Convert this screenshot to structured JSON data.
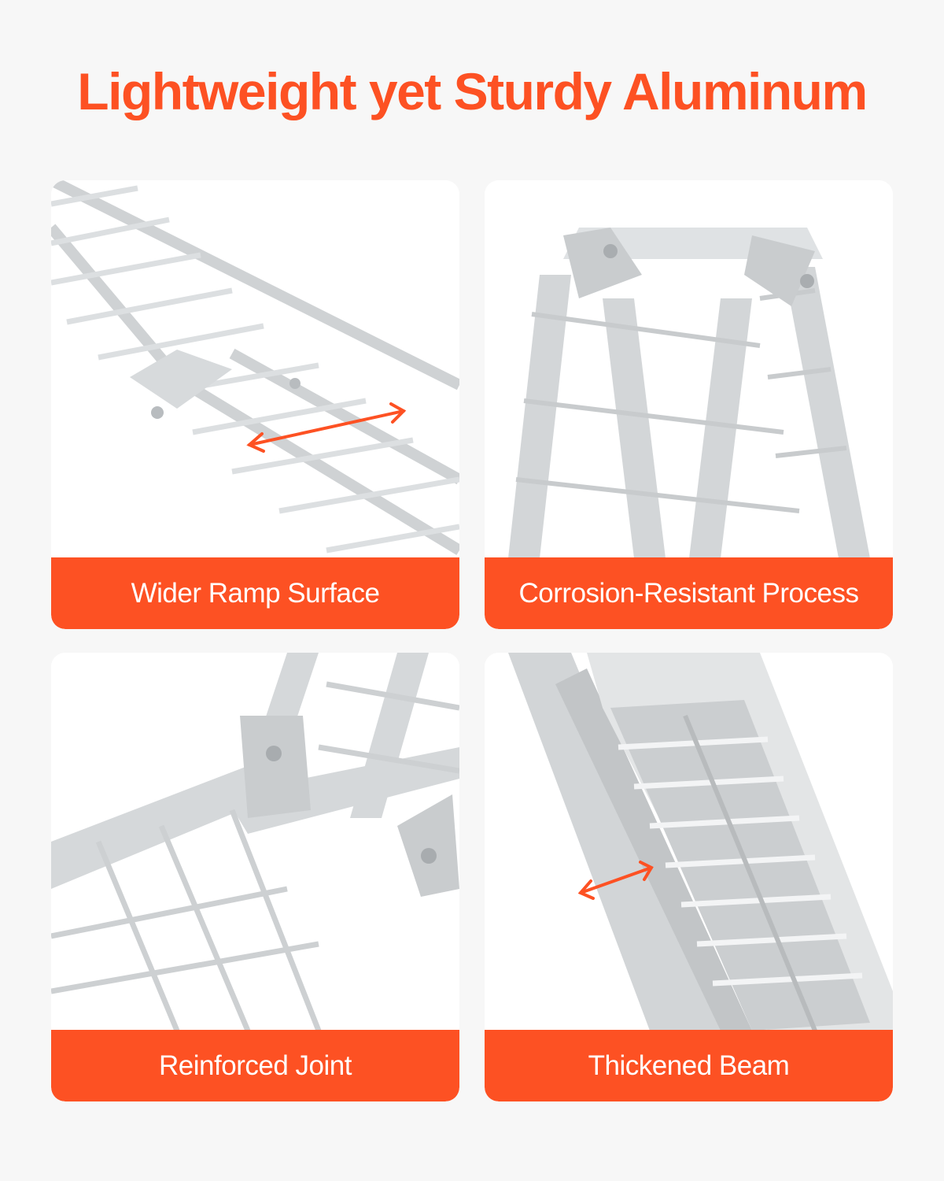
{
  "header": {
    "title": "Lightweight yet Sturdy Aluminum"
  },
  "colors": {
    "accent": "#fd5123",
    "background": "#f7f7f7",
    "card": "#ffffff",
    "label_text": "#ffffff"
  },
  "features": [
    {
      "label": "Wider Ramp Surface",
      "image": "aluminum ramp surface with width arrow"
    },
    {
      "label": "Corrosion-Resistant Process",
      "image": "folded ramp hinge top view"
    },
    {
      "label": "Reinforced Joint",
      "image": "hinged joint close-up"
    },
    {
      "label": "Thickened Beam",
      "image": "side beam with thickness arrow"
    }
  ]
}
